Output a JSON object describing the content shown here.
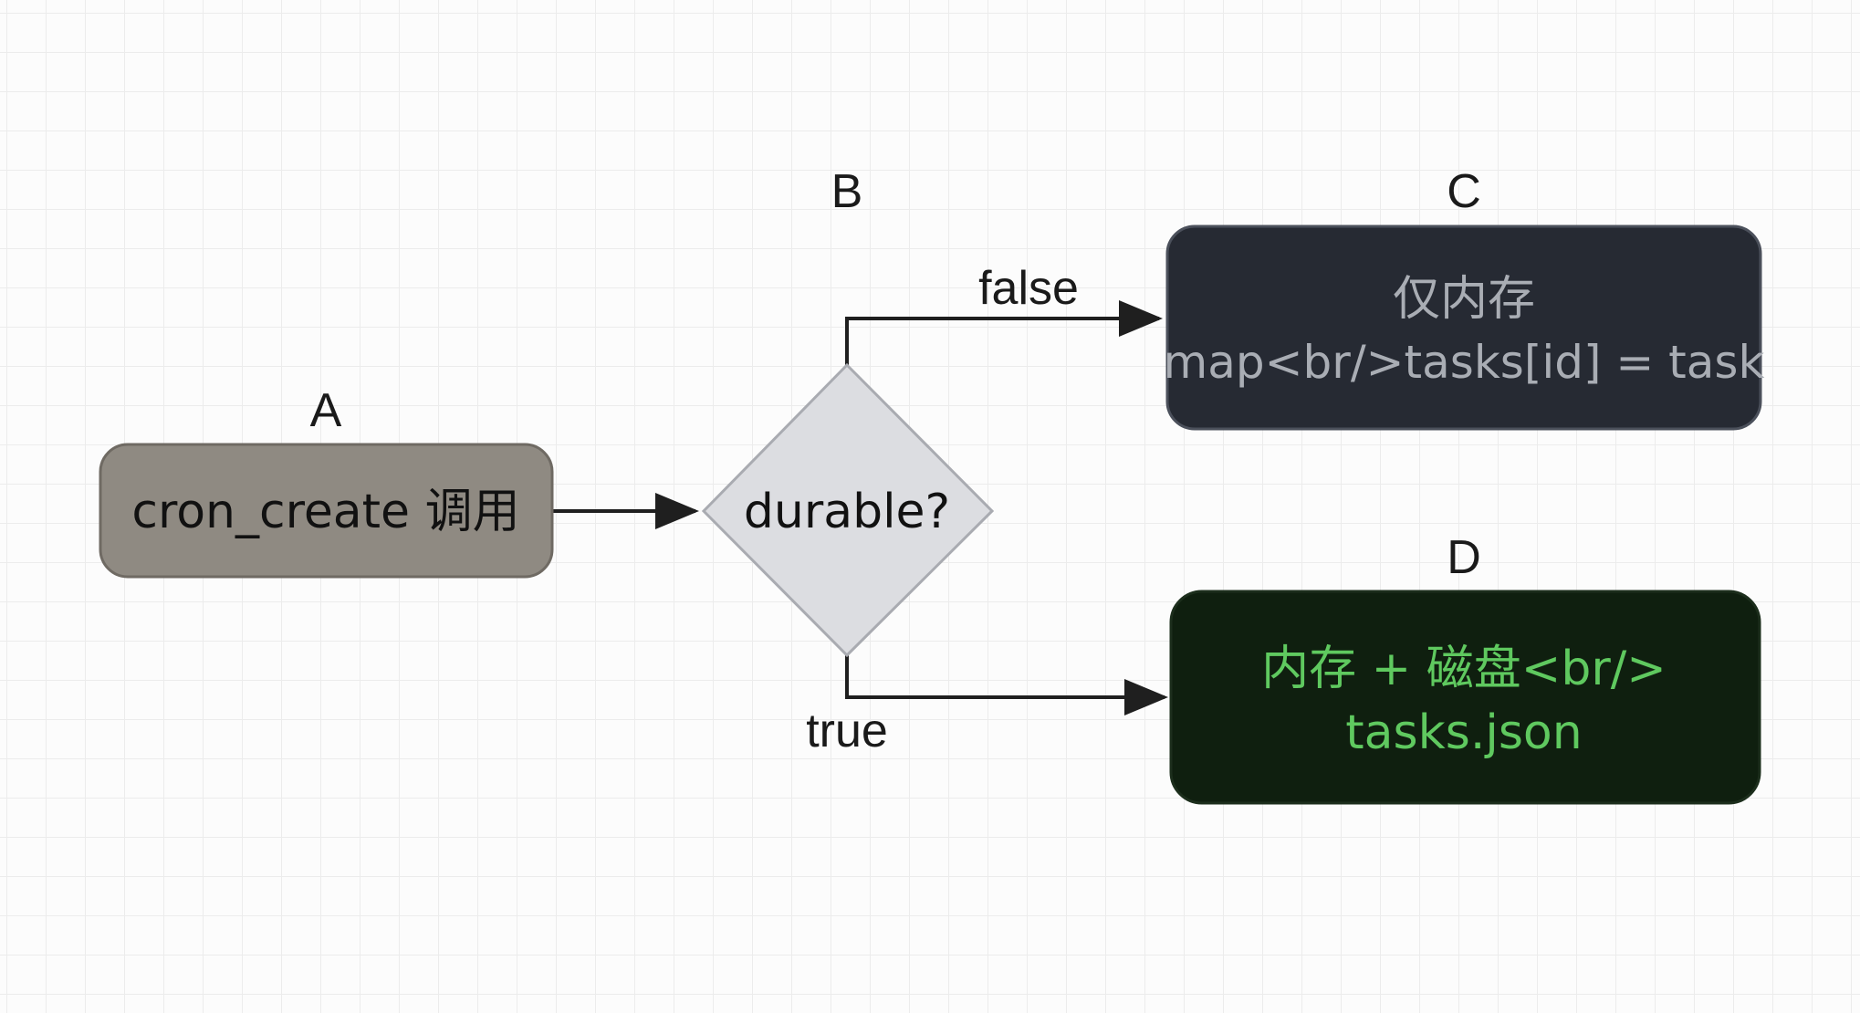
{
  "nodes": {
    "a": {
      "id": "A",
      "label": "cron_create 调用",
      "fill": "#8f8a82",
      "stroke": "#6f6a63",
      "text_color": "#111111"
    },
    "b": {
      "id": "B",
      "label": "durable?",
      "fill": "#dcdde1",
      "stroke": "#a9abb1",
      "text_color": "#111111"
    },
    "c": {
      "id": "C",
      "line1": "仅内存",
      "line2": "map<br/>tasks[id] = task",
      "fill": "#262a33",
      "stroke": "#4b505b",
      "text_color": "#a9adb4"
    },
    "d": {
      "id": "D",
      "line1": "内存 + 磁盘<br/>",
      "line2": "tasks.json",
      "fill": "#0f1f0f",
      "stroke": "#1c2e1c",
      "text_color": "#5fc95f"
    }
  },
  "edges": {
    "a_b": {
      "label": ""
    },
    "b_c": {
      "label": "false"
    },
    "b_d": {
      "label": "true"
    }
  },
  "colors": {
    "edge": "#1f1f1f",
    "grid": "#ececec",
    "background": "#fcfcfc"
  }
}
